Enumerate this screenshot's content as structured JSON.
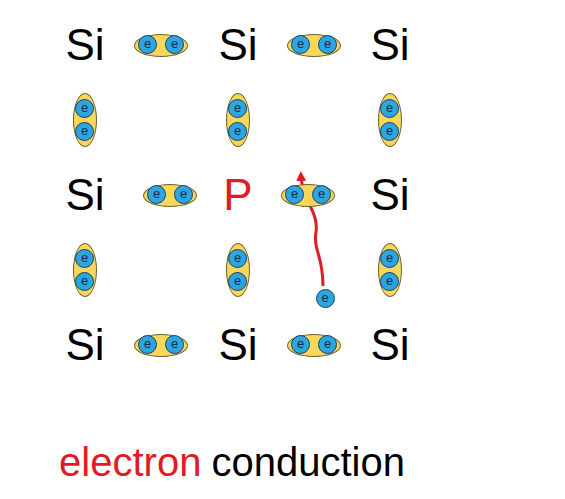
{
  "diagram": {
    "nodes": [
      {
        "text": []
      },
      {
        "text": [
          "e"
        ],
        "in": 0
      },
      {
        "text": [
          "e"
        ],
        "in": 0
      },
      {
        "text": []
      },
      {
        "text": [
          "e"
        ],
        "in": 3
      },
      {
        "text": [
          "e"
        ],
        "in": 3
      },
      {
        "text": []
      },
      {
        "text": [
          "e"
        ],
        "in": 6
      },
      {
        "text": [
          "e"
        ],
        "in": 6
      },
      {
        "text": []
      },
      {
        "text": [
          "e"
        ],
        "in": 9
      },
      {
        "text": [
          "e"
        ],
        "in": 9
      },
      {
        "text": []
      },
      {
        "text": [
          "e"
        ],
        "in": 12
      },
      {
        "text": [
          "e"
        ],
        "in": 12
      },
      {
        "text": []
      },
      {
        "text": [
          "e"
        ],
        "in": 15
      },
      {
        "text": [
          "e"
        ],
        "in": 15
      },
      {
        "text": []
      },
      {
        "text": [
          "e"
        ],
        "in": 18
      },
      {
        "text": [
          "e"
        ],
        "in": 18
      },
      {
        "text": []
      },
      {
        "text": [
          "e"
        ],
        "in": 21
      },
      {
        "text": [
          "e"
        ],
        "in": 21
      },
      {
        "text": []
      },
      {
        "text": [
          "e"
        ],
        "in": 24
      },
      {
        "text": [
          "e"
        ],
        "in": 24
      },
      {
        "text": []
      },
      {
        "text": [
          "e"
        ],
        "in": 27
      },
      {
        "text": [
          "e"
        ],
        "in": 27
      },
      {
        "text": [
          "e"
        ]
      },
      {
        "text": []
      },
      {
        "text": [
          "e"
        ],
        "in": 31
      },
      {
        "text": [
          "e"
        ],
        "in": 31
      },
      {
        "text": []
      },
      {
        "text": [
          "e"
        ],
        "in": 34
      },
      {
        "text": [
          "e"
        ],
        "in": 34
      }
    ],
    "labels": [
      "Si",
      "Si",
      "Si",
      "Si",
      "P",
      "Si",
      "Si",
      "Si",
      "Si",
      "electron",
      "conduction"
    ]
  }
}
